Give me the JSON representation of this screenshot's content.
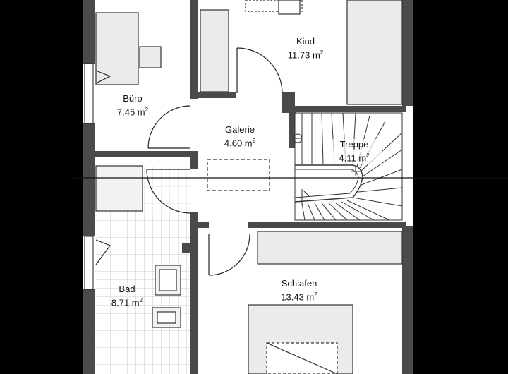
{
  "rooms": [
    {
      "id": "buero",
      "name": "Büro",
      "area": "7.45 m"
    },
    {
      "id": "kind",
      "name": "Kind",
      "area": "11.73 m"
    },
    {
      "id": "galerie",
      "name": "Galerie",
      "area": "4.60 m"
    },
    {
      "id": "treppe",
      "name": "Treppe",
      "area": "4.11 m"
    },
    {
      "id": "bad",
      "name": "Bad",
      "area": "8.71 m"
    },
    {
      "id": "schlafen",
      "name": "Schlafen",
      "area": "13.43 m"
    }
  ],
  "area_unit_exponent": "2",
  "colors": {
    "background": "#000000",
    "floor": "#ffffff",
    "wall": "#4a4a4a",
    "line": "#222222",
    "furniture": "#e6e6e6"
  }
}
